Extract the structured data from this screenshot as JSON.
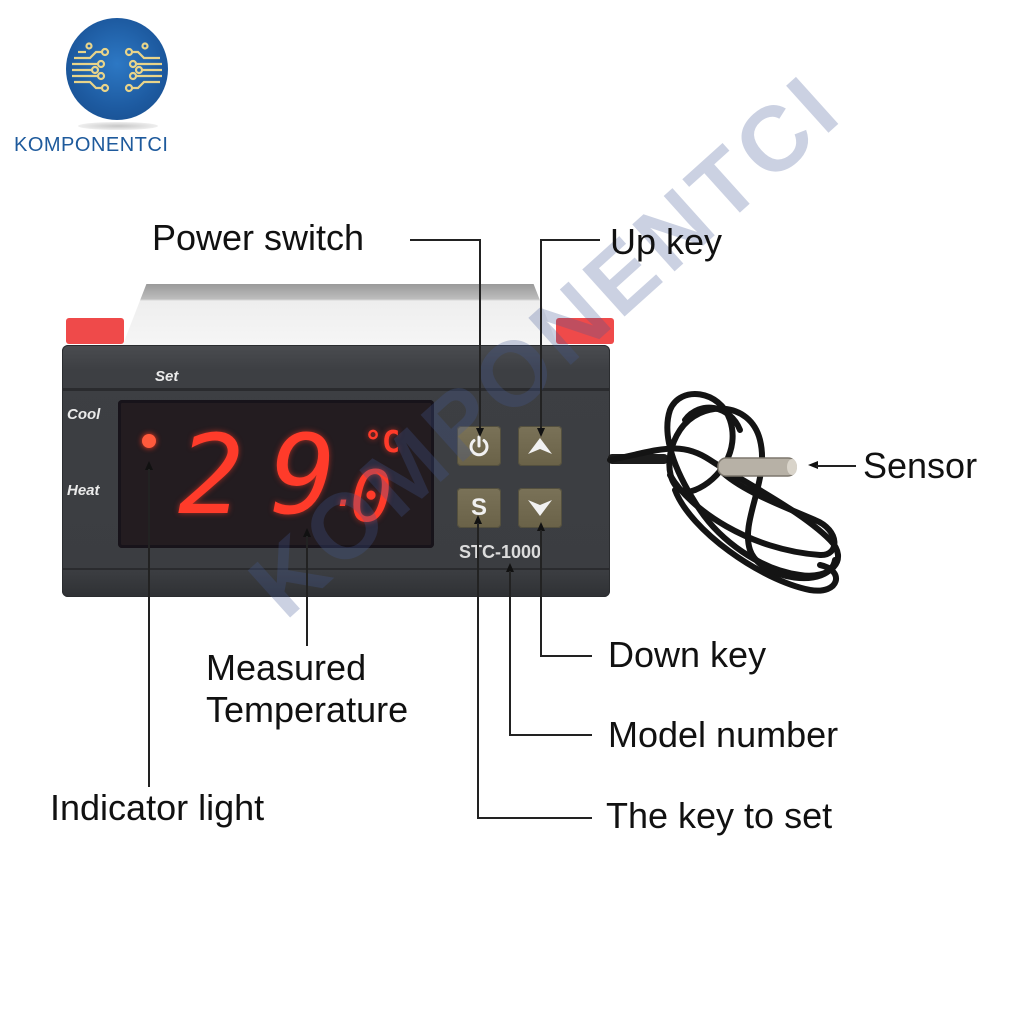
{
  "brand": {
    "name": "KOMPONENTCI",
    "logo_icon": "circuit-board-globe-icon",
    "colors": {
      "logo_blue": "#1e5a9c",
      "trace_gold": "#e8d48a"
    }
  },
  "watermark": {
    "text": "KOMPONENTCI"
  },
  "device": {
    "model": "STC-1000",
    "panel_labels": {
      "set": "Set",
      "cool": "Cool",
      "heat": "Heat"
    },
    "display": {
      "reading": "29.0",
      "digits": [
        "2",
        "9",
        "0"
      ],
      "decimal_point": ".",
      "unit": "°C",
      "indicator_color": "#ff5a3c",
      "digit_color": "#ff3b2a"
    },
    "keys": [
      {
        "id": "power",
        "glyph": "⏻",
        "icon": "power-icon"
      },
      {
        "id": "up",
        "glyph": "▲",
        "icon": "chevron-up-icon"
      },
      {
        "id": "set",
        "glyph": "S",
        "icon": "set-s-icon"
      },
      {
        "id": "down",
        "glyph": "▼",
        "icon": "chevron-down-icon"
      }
    ],
    "clip_color": "#ef4a4a"
  },
  "callouts": {
    "power_switch": "Power switch",
    "up_key": "Up key",
    "sensor": "Sensor",
    "down_key": "Down key",
    "measured_temperature_line1": "Measured",
    "measured_temperature_line2": "Temperature",
    "model_number": "Model number",
    "indicator_light": "Indicator light",
    "set_key": "The key to set"
  }
}
